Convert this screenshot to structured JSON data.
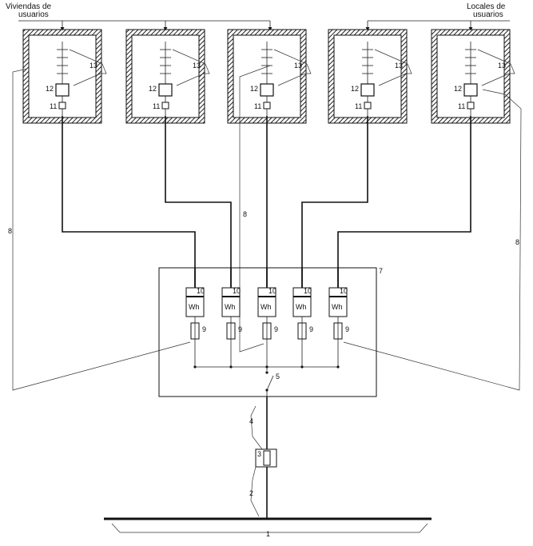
{
  "headers": {
    "viviendas_line1": "Viviendas de",
    "viviendas_line2": "usuarios",
    "locales_line1": "Locales de",
    "locales_line2": "usuarios"
  },
  "units": [
    {
      "n12": "12",
      "n11": "11",
      "n13": "13"
    },
    {
      "n12": "12",
      "n11": "11",
      "n13": "13"
    },
    {
      "n12": "12",
      "n11": "11",
      "n13": "13"
    },
    {
      "n12": "12",
      "n11": "11",
      "n13": "13"
    },
    {
      "n12": "12",
      "n11": "11",
      "n13": "13"
    }
  ],
  "meters": [
    {
      "n10": "10",
      "wh": "Wh",
      "n9": "9"
    },
    {
      "n10": "10",
      "wh": "Wh",
      "n9": "9"
    },
    {
      "n10": "10",
      "wh": "Wh",
      "n9": "9"
    },
    {
      "n10": "10",
      "wh": "Wh",
      "n9": "9"
    },
    {
      "n10": "10",
      "wh": "Wh",
      "n9": "9"
    }
  ],
  "labels": {
    "n8_left": "8",
    "n8_mid": "8",
    "n8_right": "8",
    "n7": "7",
    "n5": "5",
    "n4": "4",
    "n3": "3",
    "n2": "2",
    "n1": "1"
  }
}
